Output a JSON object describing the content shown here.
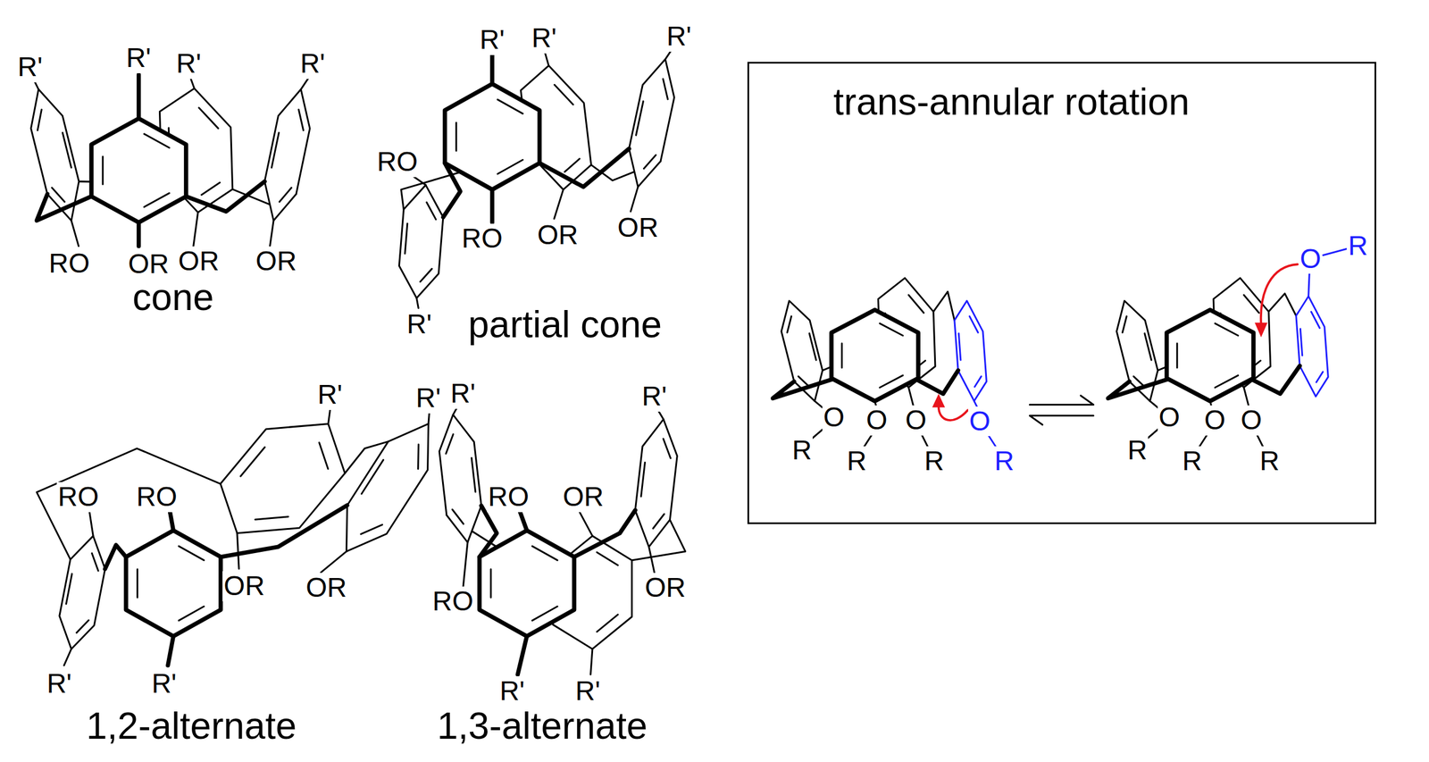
{
  "diagram": {
    "nodes": [
      {
        "text": [
          "trans-annular rotation"
        ]
      }
    ],
    "labels": [
      "R'",
      "R'",
      "R'",
      "R'",
      "RO",
      "OR",
      "OR",
      "OR",
      "cone",
      "R'",
      "R'",
      "R'",
      "RO",
      "RO",
      "OR",
      "OR",
      "R'",
      "partial cone",
      "O",
      "R",
      "O",
      "R",
      "O",
      "R",
      "O",
      "R",
      "O",
      "R",
      "O",
      "R",
      "O",
      "R",
      "O",
      "R",
      "R'",
      "R'",
      "RO",
      "RO",
      "OR",
      "OR",
      "R'",
      "R'",
      "1,2-alternate",
      "R'",
      "R'",
      "RO",
      "OR",
      "RO",
      "OR",
      "R'",
      "R'",
      "1,3-alternate"
    ]
  }
}
